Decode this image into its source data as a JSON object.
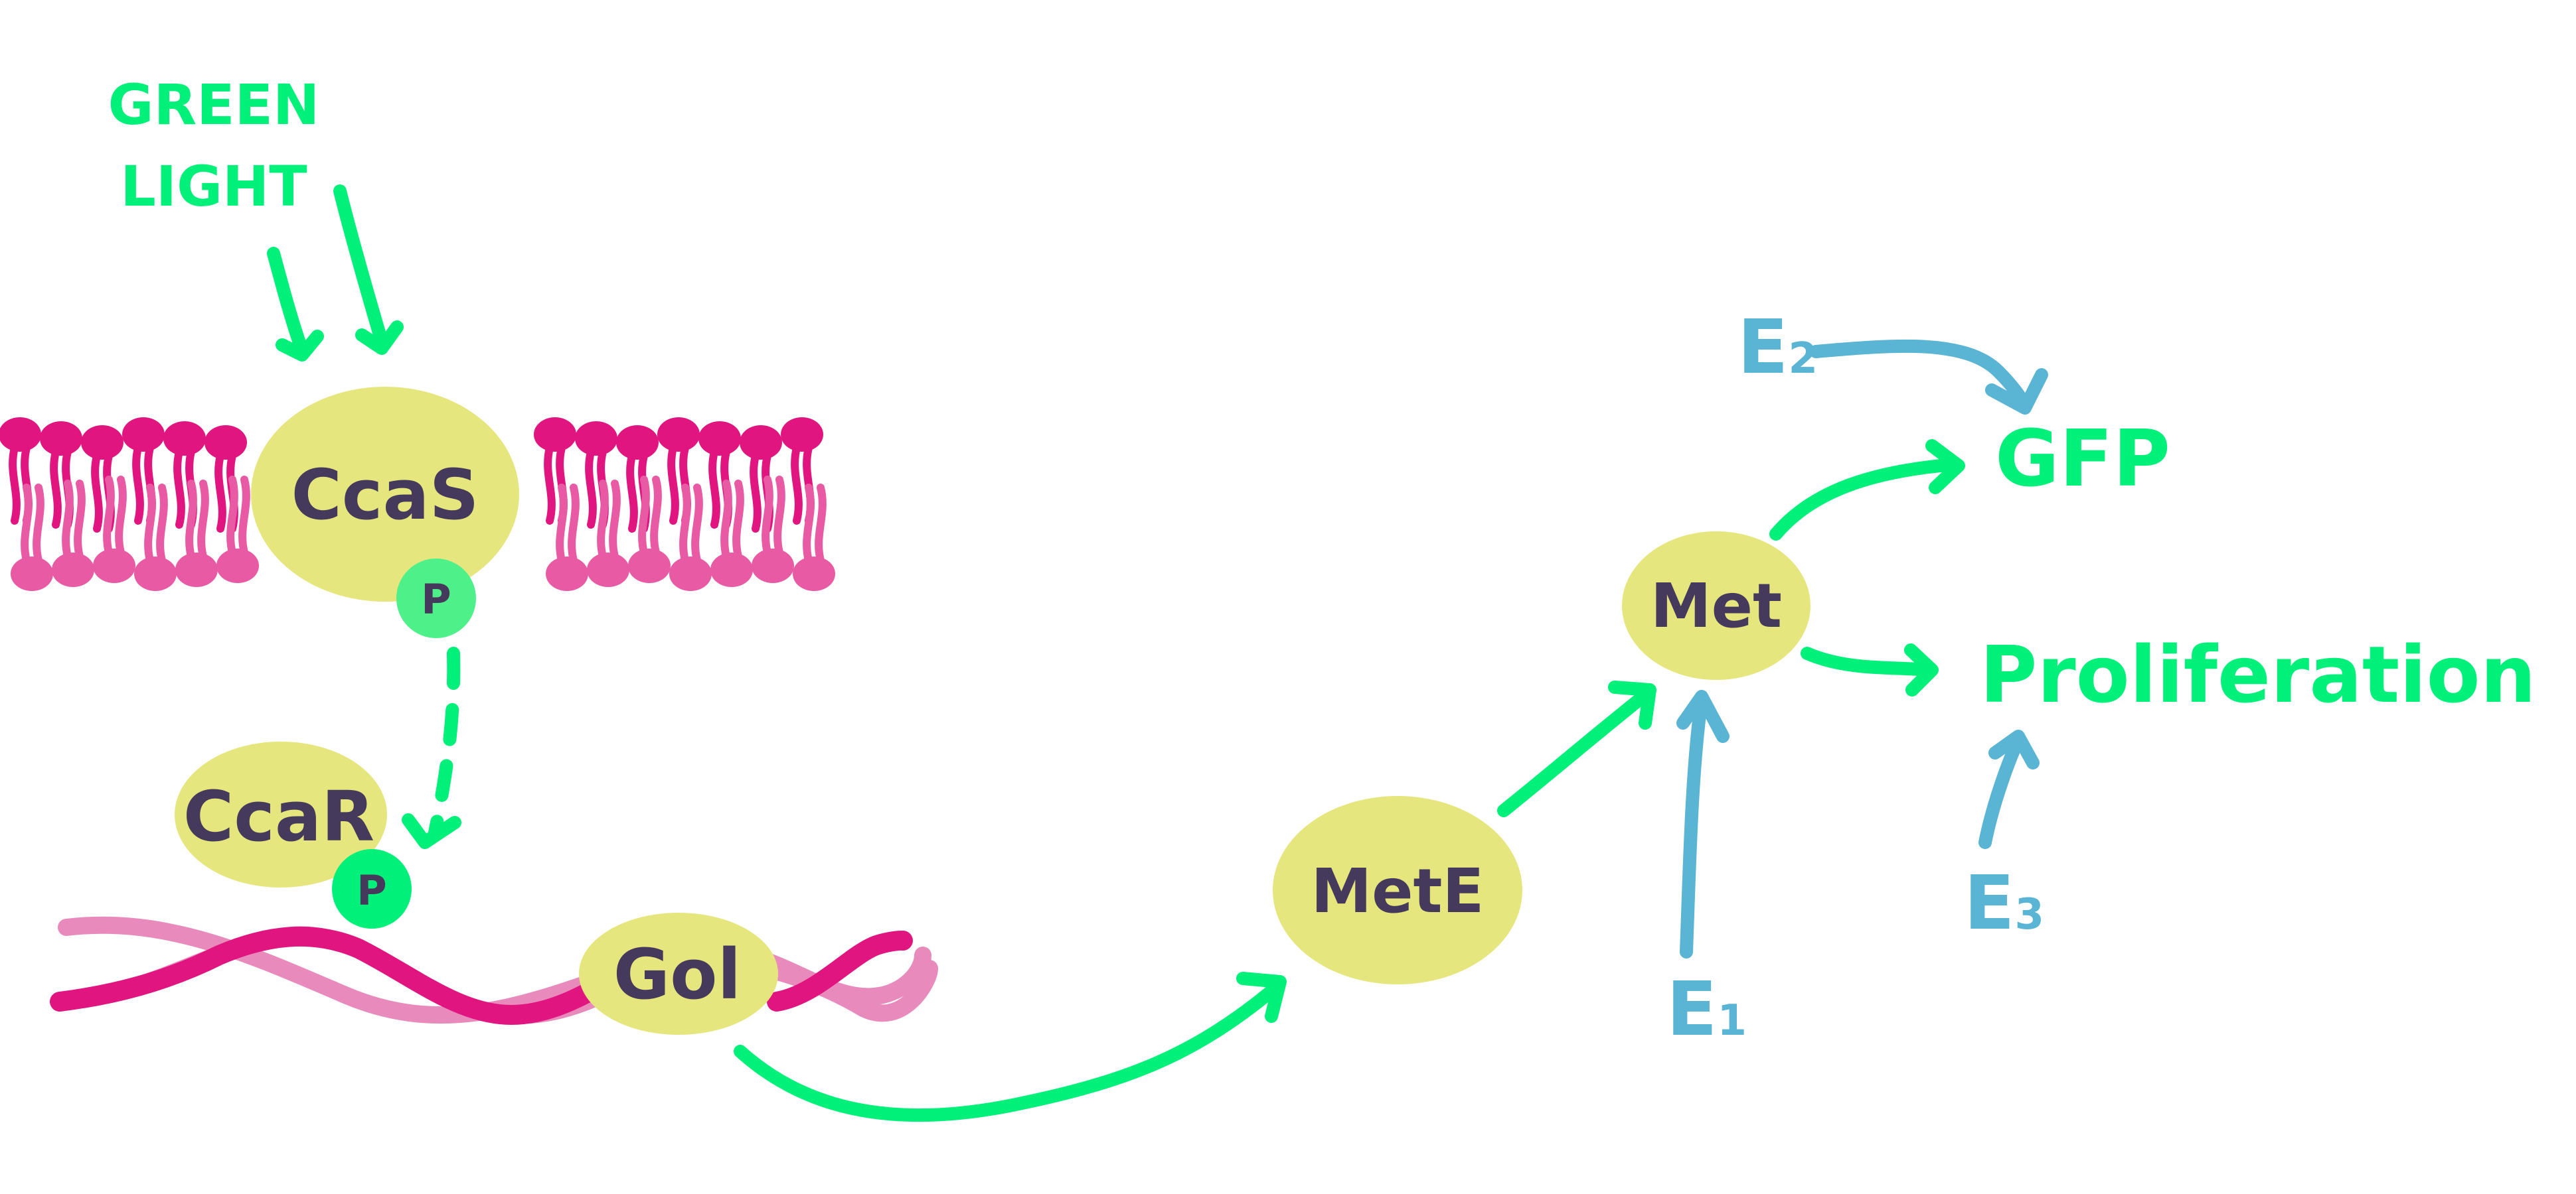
{
  "input": {
    "line1": "GREEN",
    "line2": "LIGHT"
  },
  "nodes": {
    "ccas": "CcaS",
    "ccar": "CcaR",
    "gol": "Gol",
    "mete": "MetE",
    "met": "Met"
  },
  "phospho": {
    "label": "P"
  },
  "outputs": {
    "gfp": "GFP",
    "proliferation": "Proliferation"
  },
  "effectors": {
    "e1": {
      "letter": "E",
      "sub": "1"
    },
    "e2": {
      "letter": "E",
      "sub": "2"
    },
    "e3": {
      "letter": "E",
      "sub": "3"
    }
  },
  "colors": {
    "signal_green": "#00f07a",
    "effector_blue": "#5ab4d4",
    "protein_yellow": "#e6e67f",
    "text_dark": "#463a5c",
    "membrane_dark": "#e0157f",
    "membrane_light": "#e85aa3",
    "dna_dark": "#e0157f",
    "dna_light": "#e88bbc",
    "phospho_green": "#4ef08a"
  }
}
